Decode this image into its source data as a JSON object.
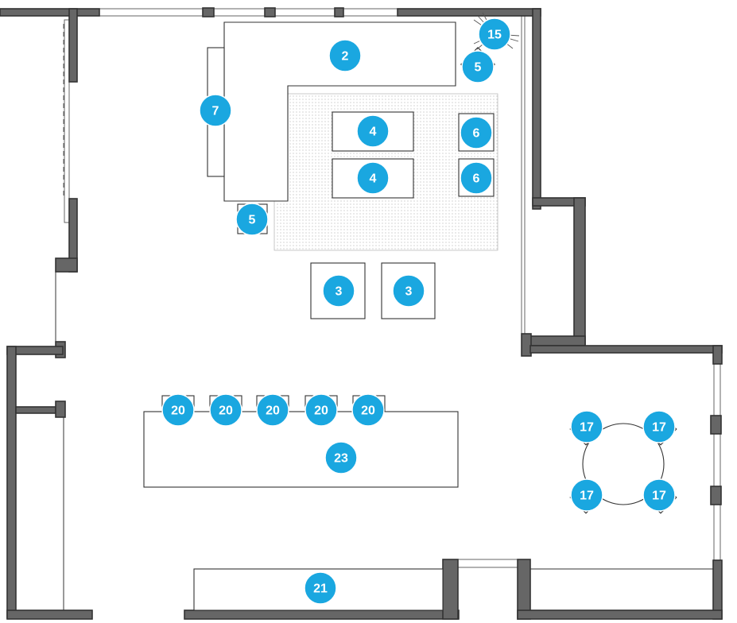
{
  "marker_color": "#1aa7e0",
  "wall_color": "#666666",
  "markers": [
    {
      "id": "marker-2",
      "label": "2"
    },
    {
      "id": "marker-15",
      "label": "15"
    },
    {
      "id": "marker-5a",
      "label": "5"
    },
    {
      "id": "marker-7",
      "label": "7"
    },
    {
      "id": "marker-4a",
      "label": "4"
    },
    {
      "id": "marker-4b",
      "label": "4"
    },
    {
      "id": "marker-6a",
      "label": "6"
    },
    {
      "id": "marker-6b",
      "label": "6"
    },
    {
      "id": "marker-5b",
      "label": "5"
    },
    {
      "id": "marker-3a",
      "label": "3"
    },
    {
      "id": "marker-3b",
      "label": "3"
    },
    {
      "id": "marker-20a",
      "label": "20"
    },
    {
      "id": "marker-20b",
      "label": "20"
    },
    {
      "id": "marker-20c",
      "label": "20"
    },
    {
      "id": "marker-20d",
      "label": "20"
    },
    {
      "id": "marker-20e",
      "label": "20"
    },
    {
      "id": "marker-23",
      "label": "23"
    },
    {
      "id": "marker-17a",
      "label": "17"
    },
    {
      "id": "marker-17b",
      "label": "17"
    },
    {
      "id": "marker-17c",
      "label": "17"
    },
    {
      "id": "marker-17d",
      "label": "17"
    },
    {
      "id": "marker-21",
      "label": "21"
    }
  ]
}
